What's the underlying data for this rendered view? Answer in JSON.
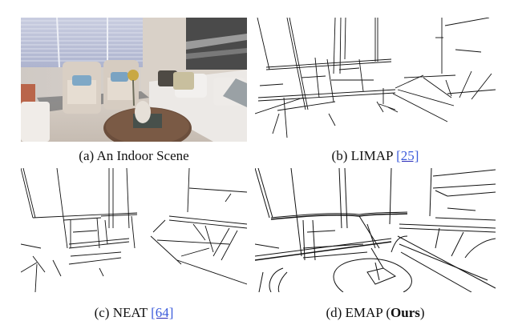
{
  "figure": {
    "panels": [
      {
        "id": "a",
        "label": "(a)",
        "title": "An Indoor Scene",
        "cite": "",
        "type": "photo"
      },
      {
        "id": "b",
        "label": "(b)",
        "title": "LIMAP",
        "cite": "[25]",
        "type": "line-map"
      },
      {
        "id": "c",
        "label": "(c)",
        "title": "NEAT",
        "cite": "[64]",
        "type": "line-map"
      },
      {
        "id": "d",
        "label": "(d)",
        "title": "EMAP",
        "suffix_open": " (",
        "suffix_bold": "Ours",
        "suffix_close": ")",
        "type": "line-map"
      }
    ],
    "colors": {
      "citation_link": "#3b5bdb",
      "line_stroke": "#111111",
      "background": "#ffffff"
    }
  }
}
